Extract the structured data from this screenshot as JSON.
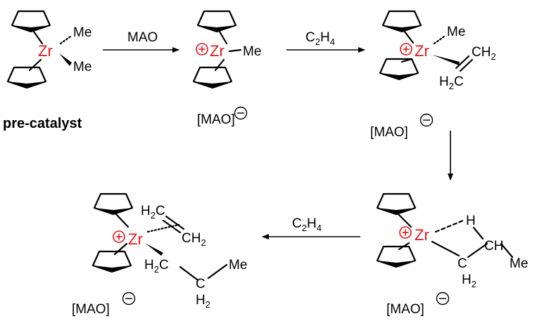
{
  "scheme": {
    "atoms": {
      "zr": "Zr",
      "me": "Me",
      "ch2": "CH",
      "h2c": "H",
      "h": "H",
      "c": "C",
      "sub2": "2"
    },
    "reagents": {
      "mao_arrow": "MAO",
      "ethylene_c": "C",
      "ethylene_h": "H",
      "sub2": "2",
      "sub4": "4"
    },
    "counterion": "[MAO]",
    "precatalyst_label": "pre-catalyst",
    "colors": {
      "metal": "#e8141b",
      "bonds": "#000000"
    }
  }
}
